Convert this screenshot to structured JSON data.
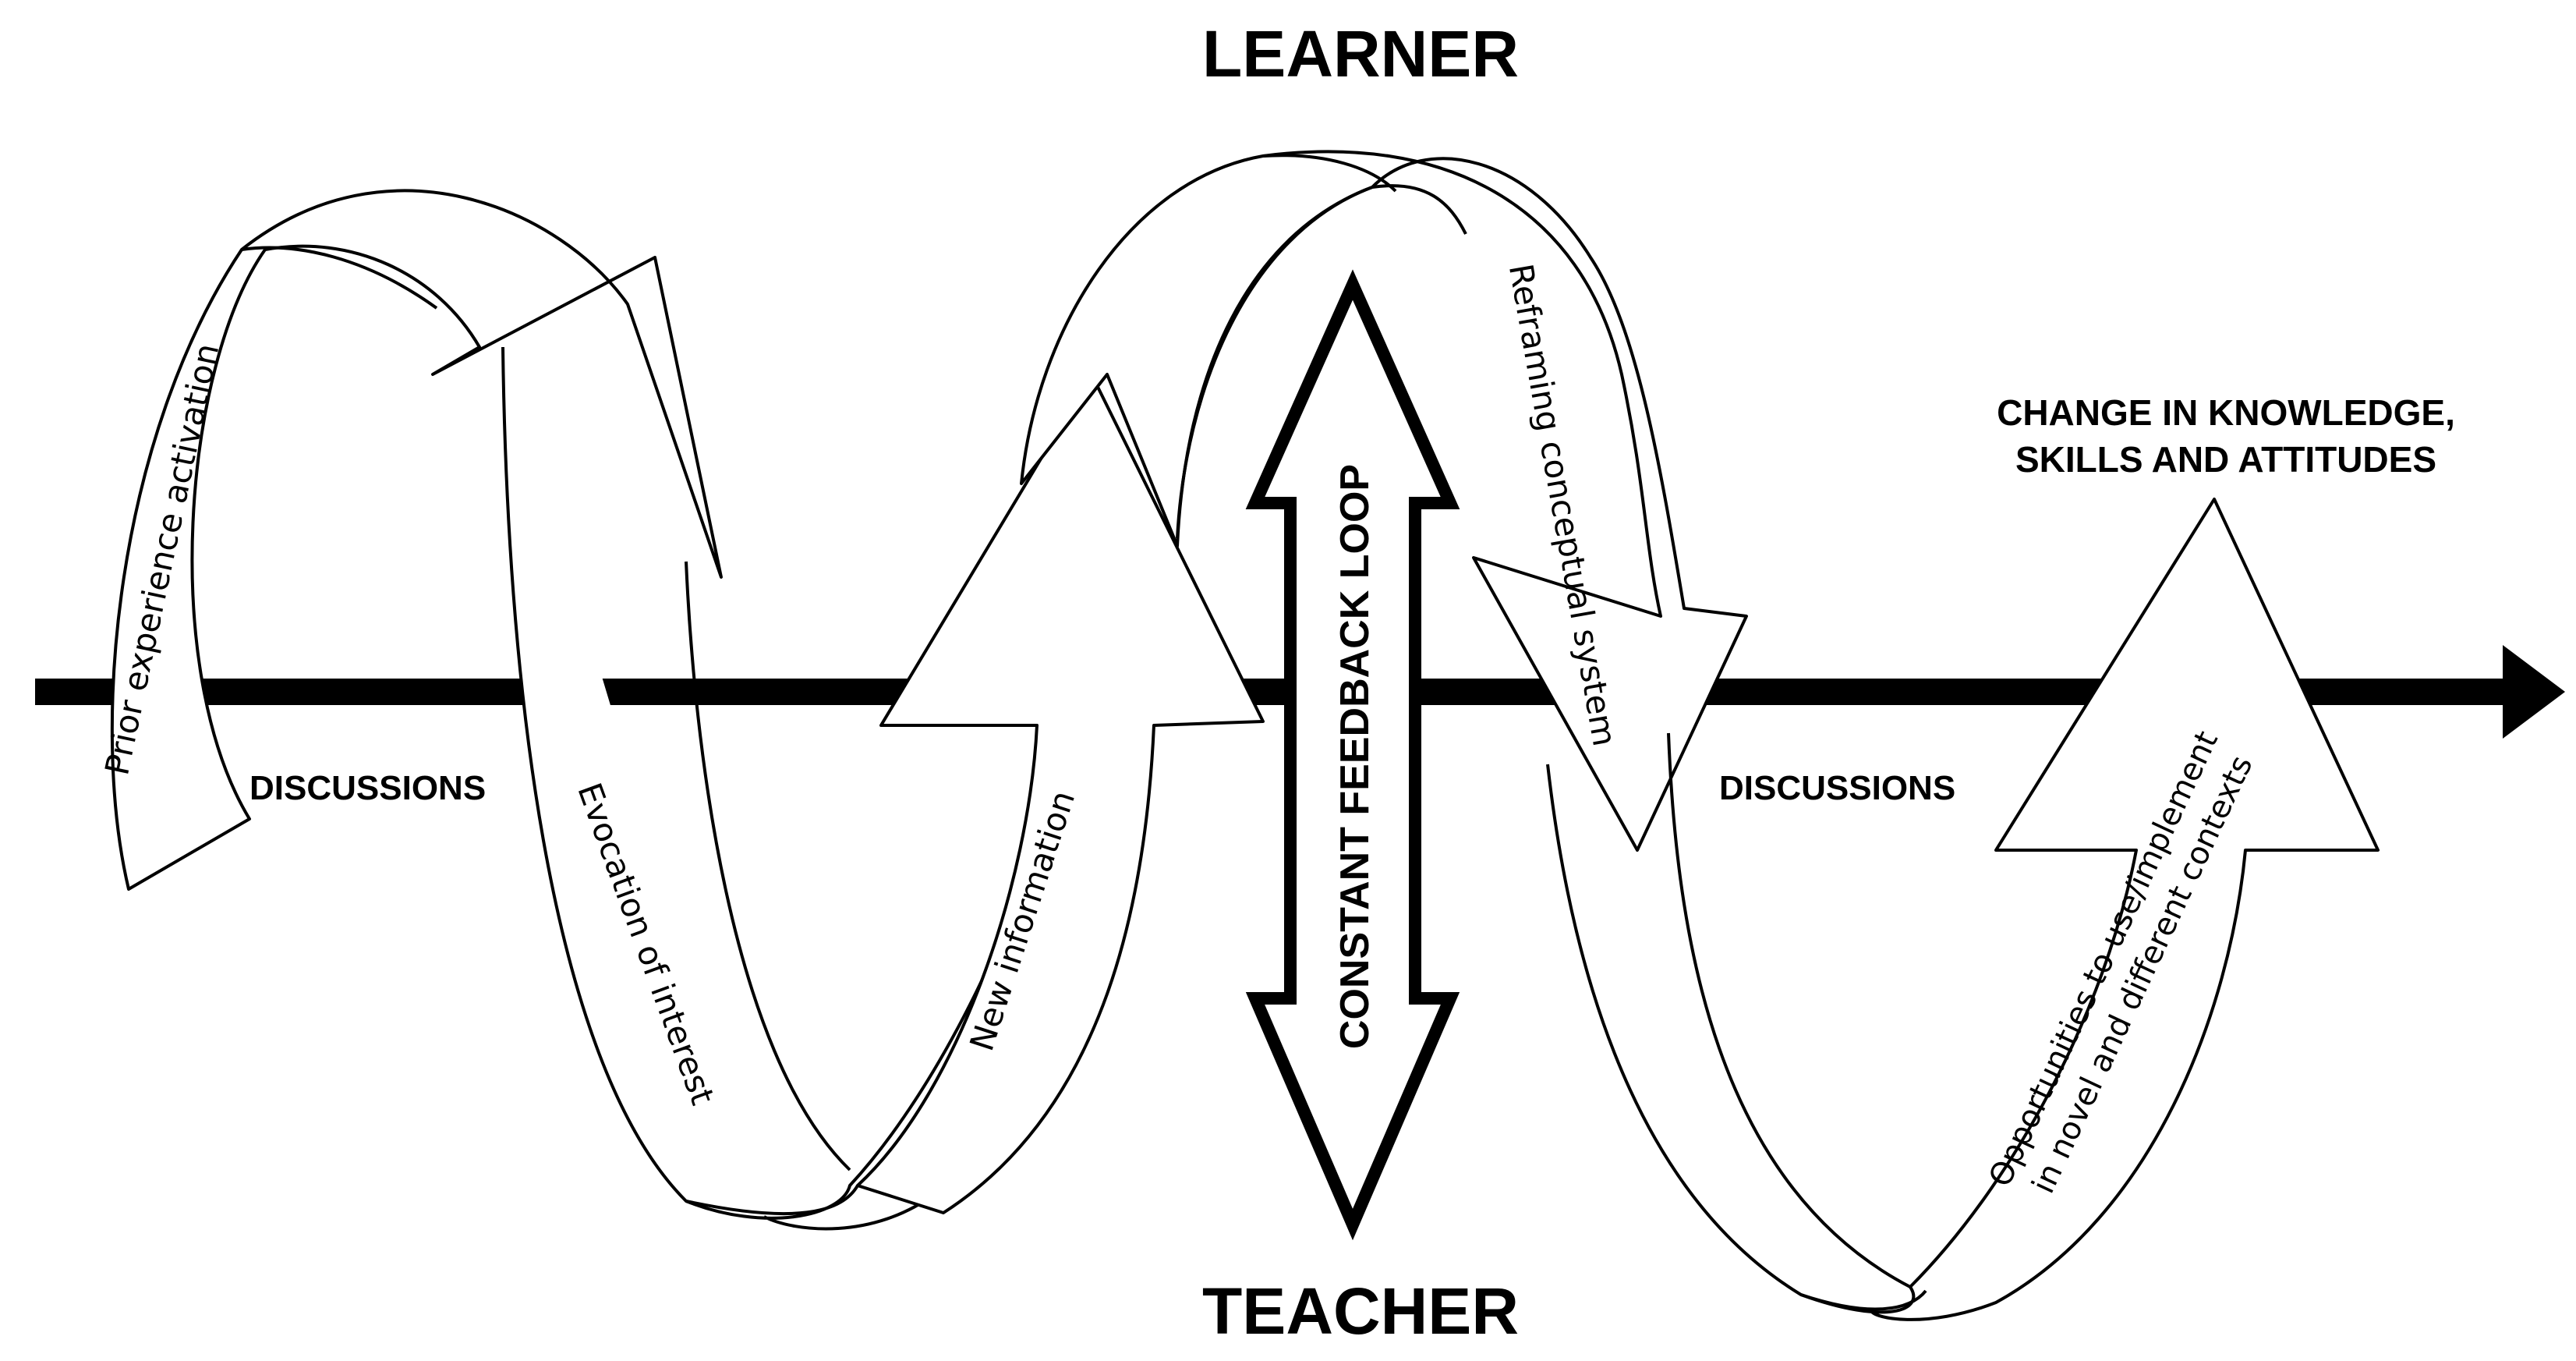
{
  "diagram": {
    "top_label": "LEARNER",
    "bottom_label": "TEACHER",
    "feedback_loop": "CONSTANT FEEDBACK LOOP",
    "outcome_line1": "CHANGE IN KNOWLEDGE,",
    "outcome_line2": "SKILLS AND ATTITUDES",
    "discussions_left": "DISCUSSIONS",
    "discussions_right": "DISCUSSIONS",
    "stages": {
      "prior": "Prior experience activation",
      "evocation": "Evocation of interest",
      "new_info": "New information",
      "reframing": "Reframing conceptual system",
      "opportunities_line1": "Opportunities to use/implement",
      "opportunities_line2": "in novel and different contexts"
    },
    "colors": {
      "stroke": "#000000",
      "fill": "#ffffff"
    }
  }
}
